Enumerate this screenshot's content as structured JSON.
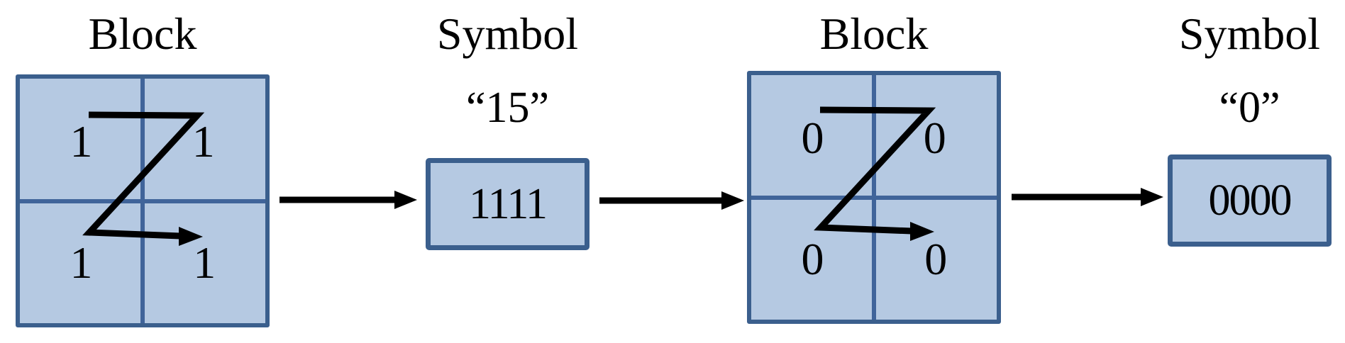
{
  "figure": {
    "description": "Zigzag scan block-to-symbol encoding diagram"
  },
  "colors": {
    "block_fill": "#b5c9e2",
    "block_border": "#3b5f8d",
    "grid_line": "#40649a",
    "arrow_color": "#000000",
    "text_color": "#000000"
  },
  "stages": [
    {
      "type": "block",
      "title": "Block",
      "cells": [
        "1",
        "1",
        "1",
        "1"
      ]
    },
    {
      "type": "symbol",
      "title": "Symbol",
      "quoted_value": "“15”",
      "code": "1111"
    },
    {
      "type": "block",
      "title": "Block",
      "cells": [
        "0",
        "0",
        "0",
        "0"
      ]
    },
    {
      "type": "symbol",
      "title": "Symbol",
      "quoted_value": "“0”",
      "code": "0000"
    }
  ]
}
